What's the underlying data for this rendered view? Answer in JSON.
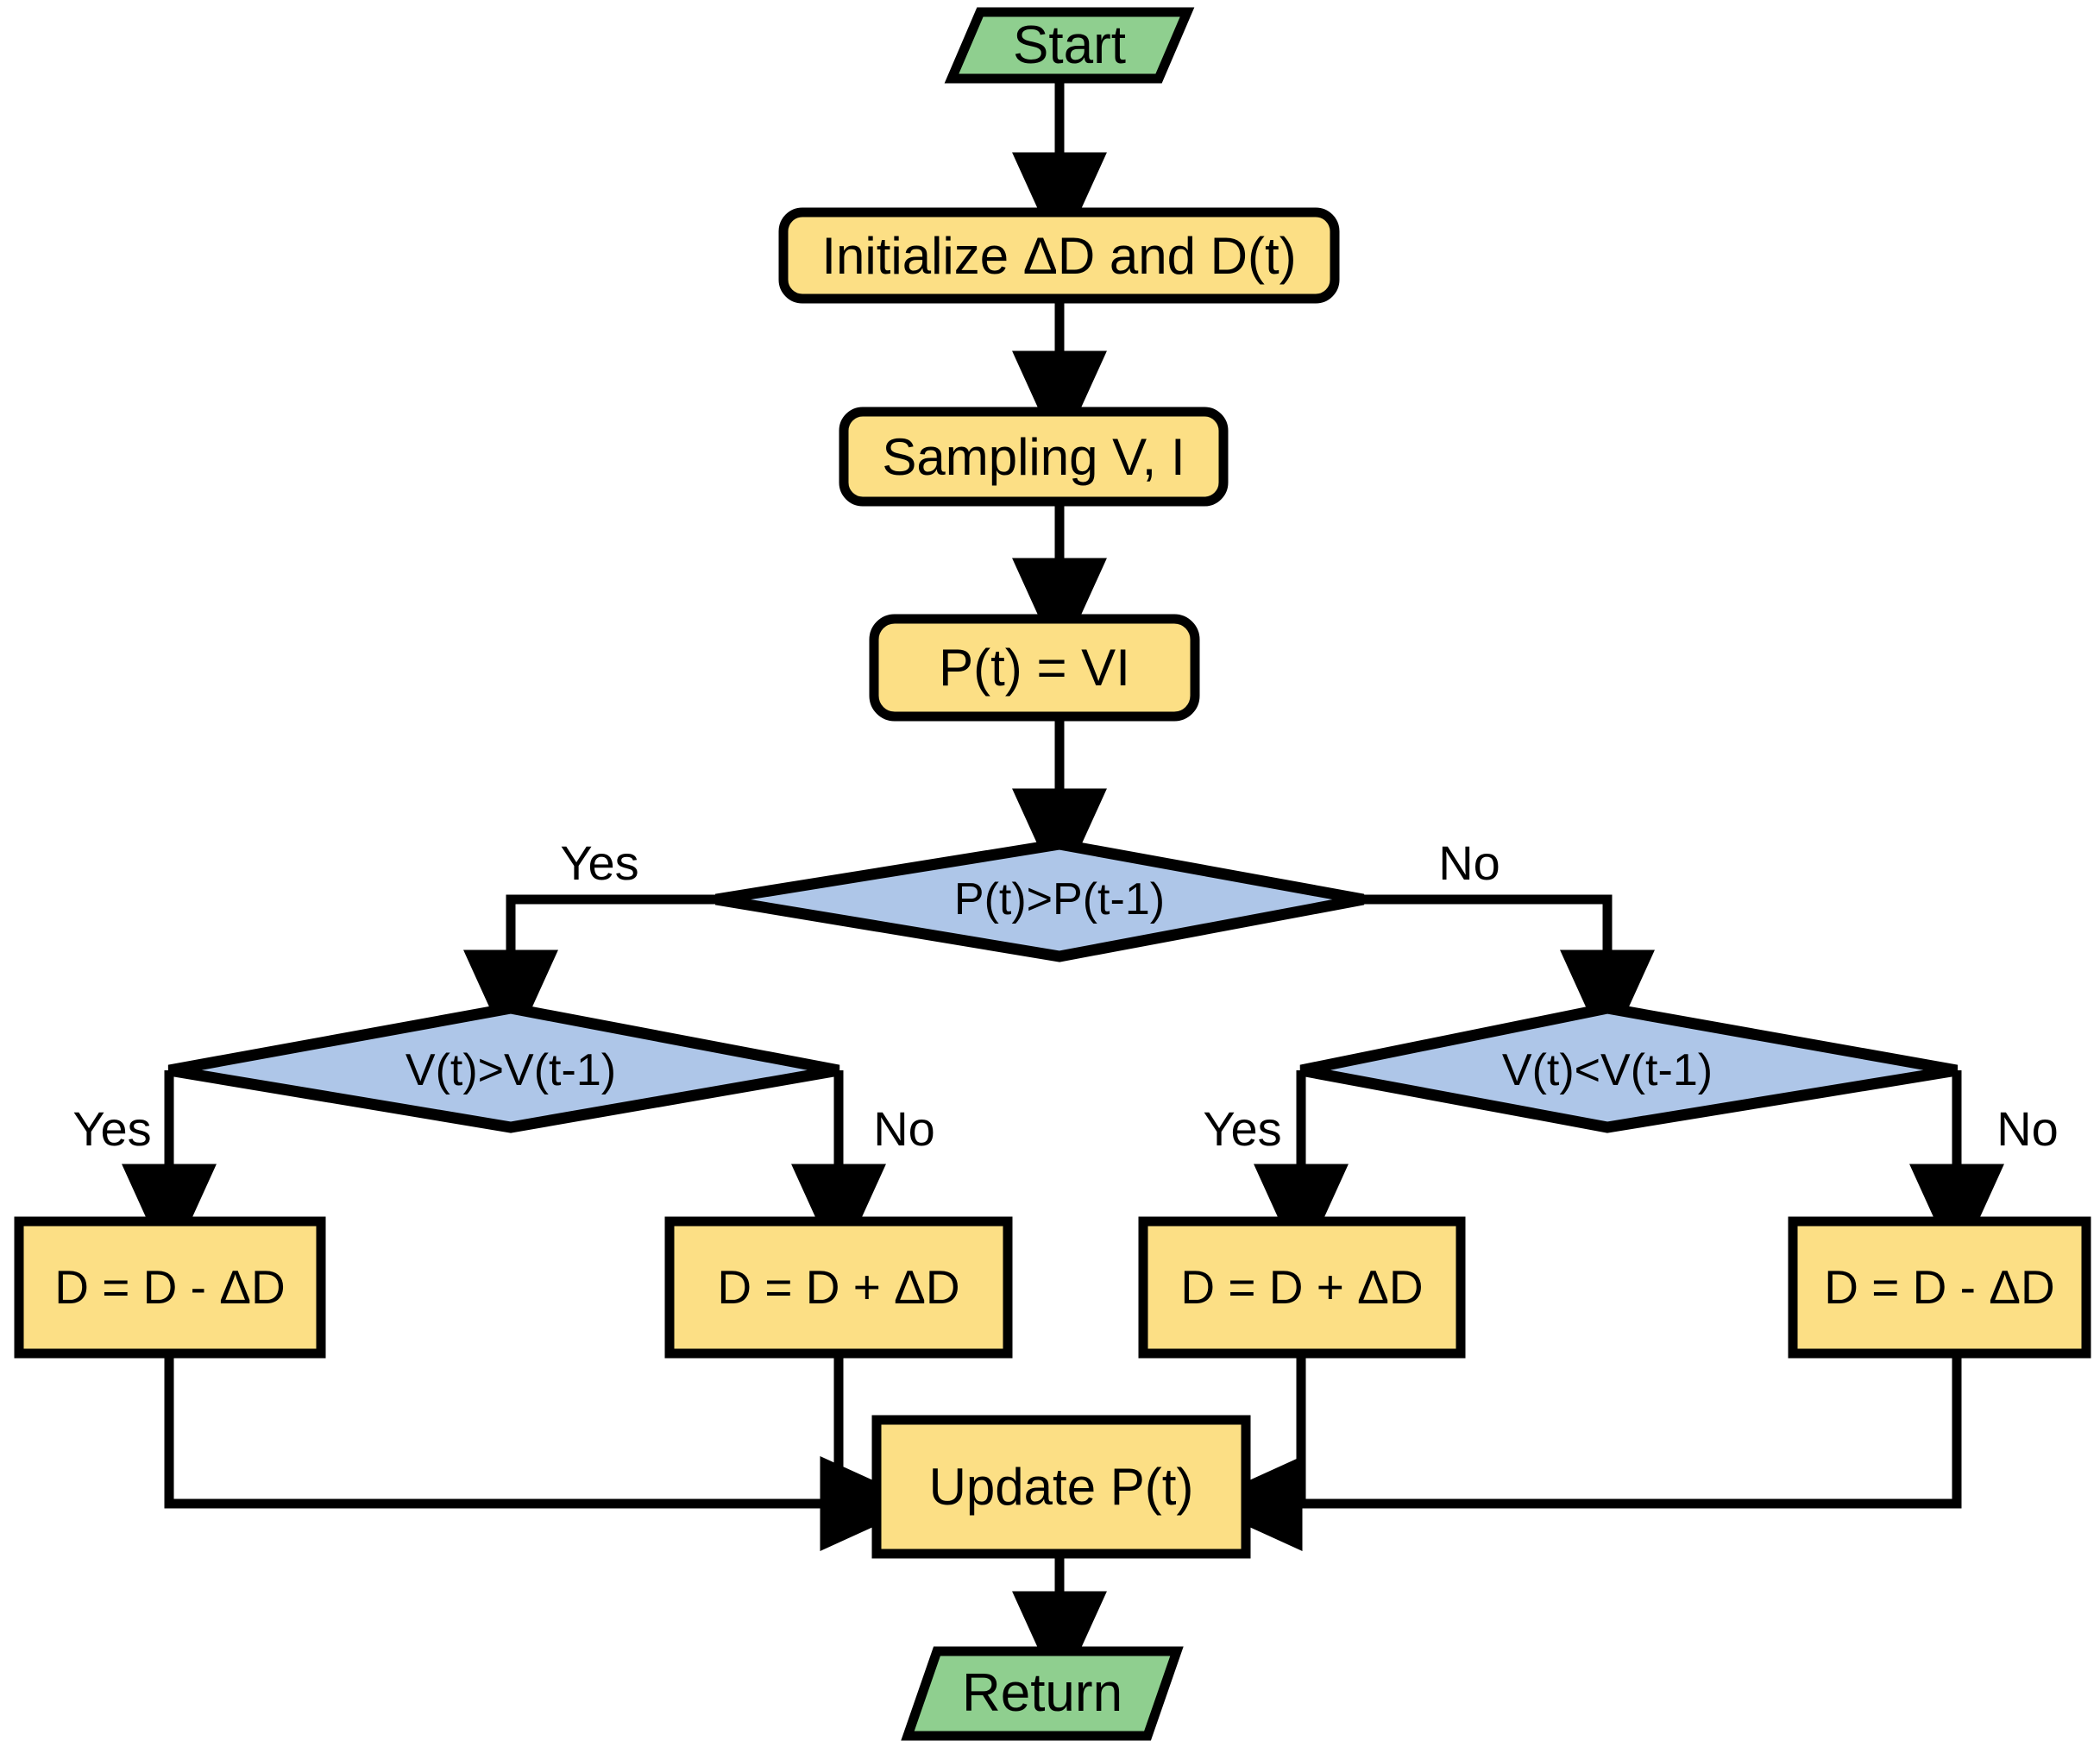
{
  "diagram": {
    "type": "flowchart",
    "title": "Perturb and Observe MPPT algorithm flowchart",
    "colors": {
      "terminator_fill": "#8FCF8F",
      "process_fill": "#FCDF85",
      "decision_fill": "#AEC6E8",
      "stroke": "#000000",
      "background": "#FFFFFF"
    },
    "nodes": [
      {
        "id": "start",
        "shape": "parallelogram",
        "label": "Start"
      },
      {
        "id": "init",
        "shape": "rounded-rectangle",
        "label": "Initialize ΔD and D(t)"
      },
      {
        "id": "sampling",
        "shape": "rounded-rectangle",
        "label": "Sampling V, I"
      },
      {
        "id": "power",
        "shape": "rounded-rectangle",
        "label": "P(t) = VI"
      },
      {
        "id": "dec_power",
        "shape": "diamond",
        "label": "P(t)>P(t-1)"
      },
      {
        "id": "dec_volt_l",
        "shape": "diamond",
        "label": "V(t)>V(t-1)"
      },
      {
        "id": "dec_volt_r",
        "shape": "diamond",
        "label": "V(t)<V(t-1)"
      },
      {
        "id": "act1",
        "shape": "rectangle",
        "label": "D = D - ΔD"
      },
      {
        "id": "act2",
        "shape": "rectangle",
        "label": "D = D + ΔD"
      },
      {
        "id": "act3",
        "shape": "rectangle",
        "label": "D = D + ΔD"
      },
      {
        "id": "act4",
        "shape": "rectangle",
        "label": "D = D - ΔD"
      },
      {
        "id": "update",
        "shape": "rectangle",
        "label": "Update P(t)"
      },
      {
        "id": "return",
        "shape": "parallelogram",
        "label": "Return"
      }
    ],
    "edge_labels": {
      "power_yes": "Yes",
      "power_no": "No",
      "volt_left_yes": "Yes",
      "volt_left_no": "No",
      "volt_right_yes": "Yes",
      "volt_right_no": "No"
    },
    "edges": [
      {
        "from": "start",
        "to": "init",
        "label": ""
      },
      {
        "from": "init",
        "to": "sampling",
        "label": ""
      },
      {
        "from": "sampling",
        "to": "power",
        "label": ""
      },
      {
        "from": "power",
        "to": "dec_power",
        "label": ""
      },
      {
        "from": "dec_power",
        "to": "dec_volt_l",
        "label": "Yes"
      },
      {
        "from": "dec_power",
        "to": "dec_volt_r",
        "label": "No"
      },
      {
        "from": "dec_volt_l",
        "to": "act1",
        "label": "Yes"
      },
      {
        "from": "dec_volt_l",
        "to": "act2",
        "label": "No"
      },
      {
        "from": "dec_volt_r",
        "to": "act3",
        "label": "Yes"
      },
      {
        "from": "dec_volt_r",
        "to": "act4",
        "label": "No"
      },
      {
        "from": "act1",
        "to": "update",
        "label": ""
      },
      {
        "from": "act2",
        "to": "update",
        "label": ""
      },
      {
        "from": "act3",
        "to": "update",
        "label": ""
      },
      {
        "from": "act4",
        "to": "update",
        "label": ""
      },
      {
        "from": "update",
        "to": "return",
        "label": ""
      }
    ]
  }
}
